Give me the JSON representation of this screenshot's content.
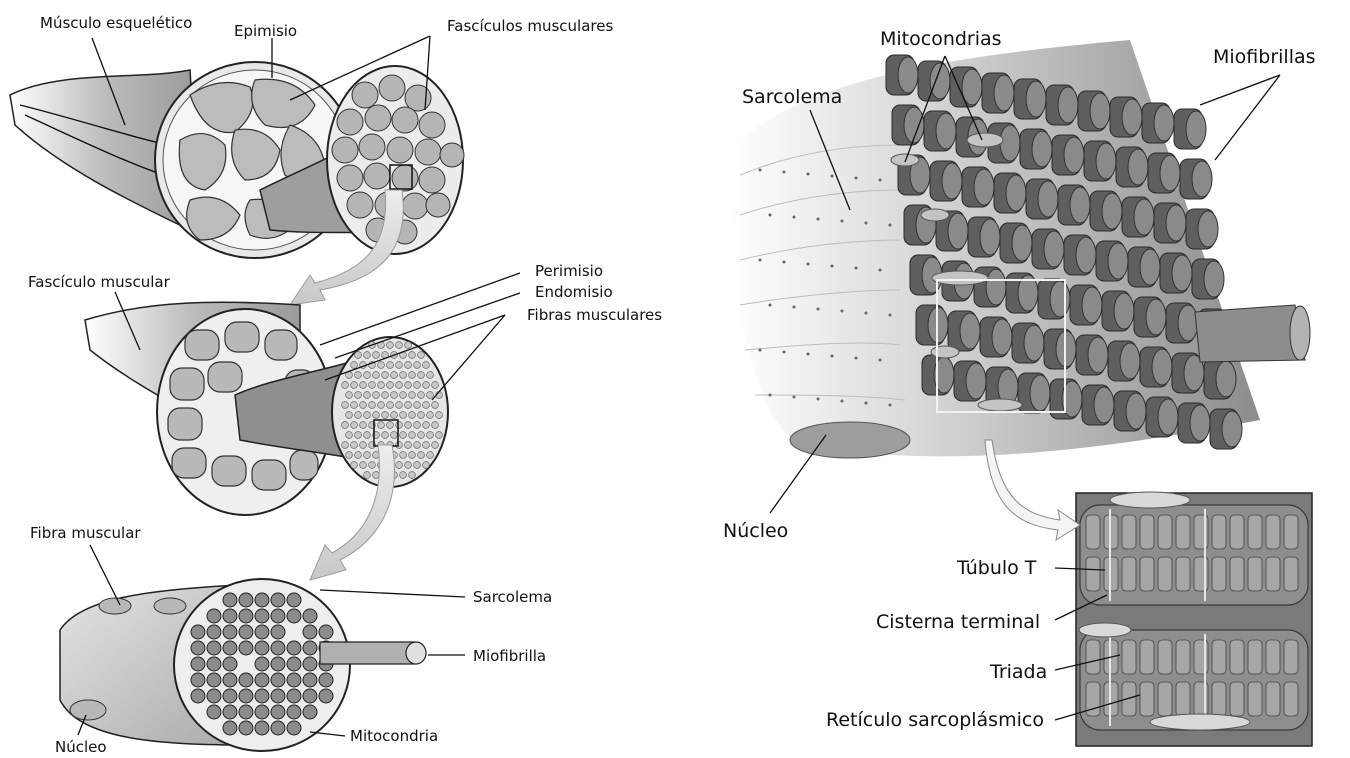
{
  "left_panel": {
    "labels": {
      "musculo_esqueletico": "Músculo esquelético",
      "epimisio": "Epimisio",
      "fasciculos_musculares": "Fascículos musculares",
      "fasciculo_muscular": "Fascículo muscular",
      "perimisio": "Perimisio",
      "endomisio": "Endomisio",
      "fibras_musculares": "Fibras musculares",
      "fibra_muscular": "Fibra muscular",
      "sarcolema": "Sarcolema",
      "miofibrilla": "Miofibrilla",
      "nucleo": "Núcleo",
      "mitocondria": "Mitocondria"
    }
  },
  "right_panel": {
    "labels": {
      "mitocondrias": "Mitocondrias",
      "sarcolema": "Sarcolema",
      "miofibrillas": "Miofibrillas",
      "nucleo": "Núcleo",
      "tubulo_t": "Túbulo T",
      "cisterna_terminal": "Cisterna terminal",
      "triada": "Triada",
      "reticulo_sarcoplasmico": "Retículo sarcoplásmico"
    }
  },
  "colors": {
    "tissue_light": "#d8d8d8",
    "tissue_mid": "#a8a8a8",
    "tissue_dark": "#6e6e6e",
    "line": "#111111"
  }
}
